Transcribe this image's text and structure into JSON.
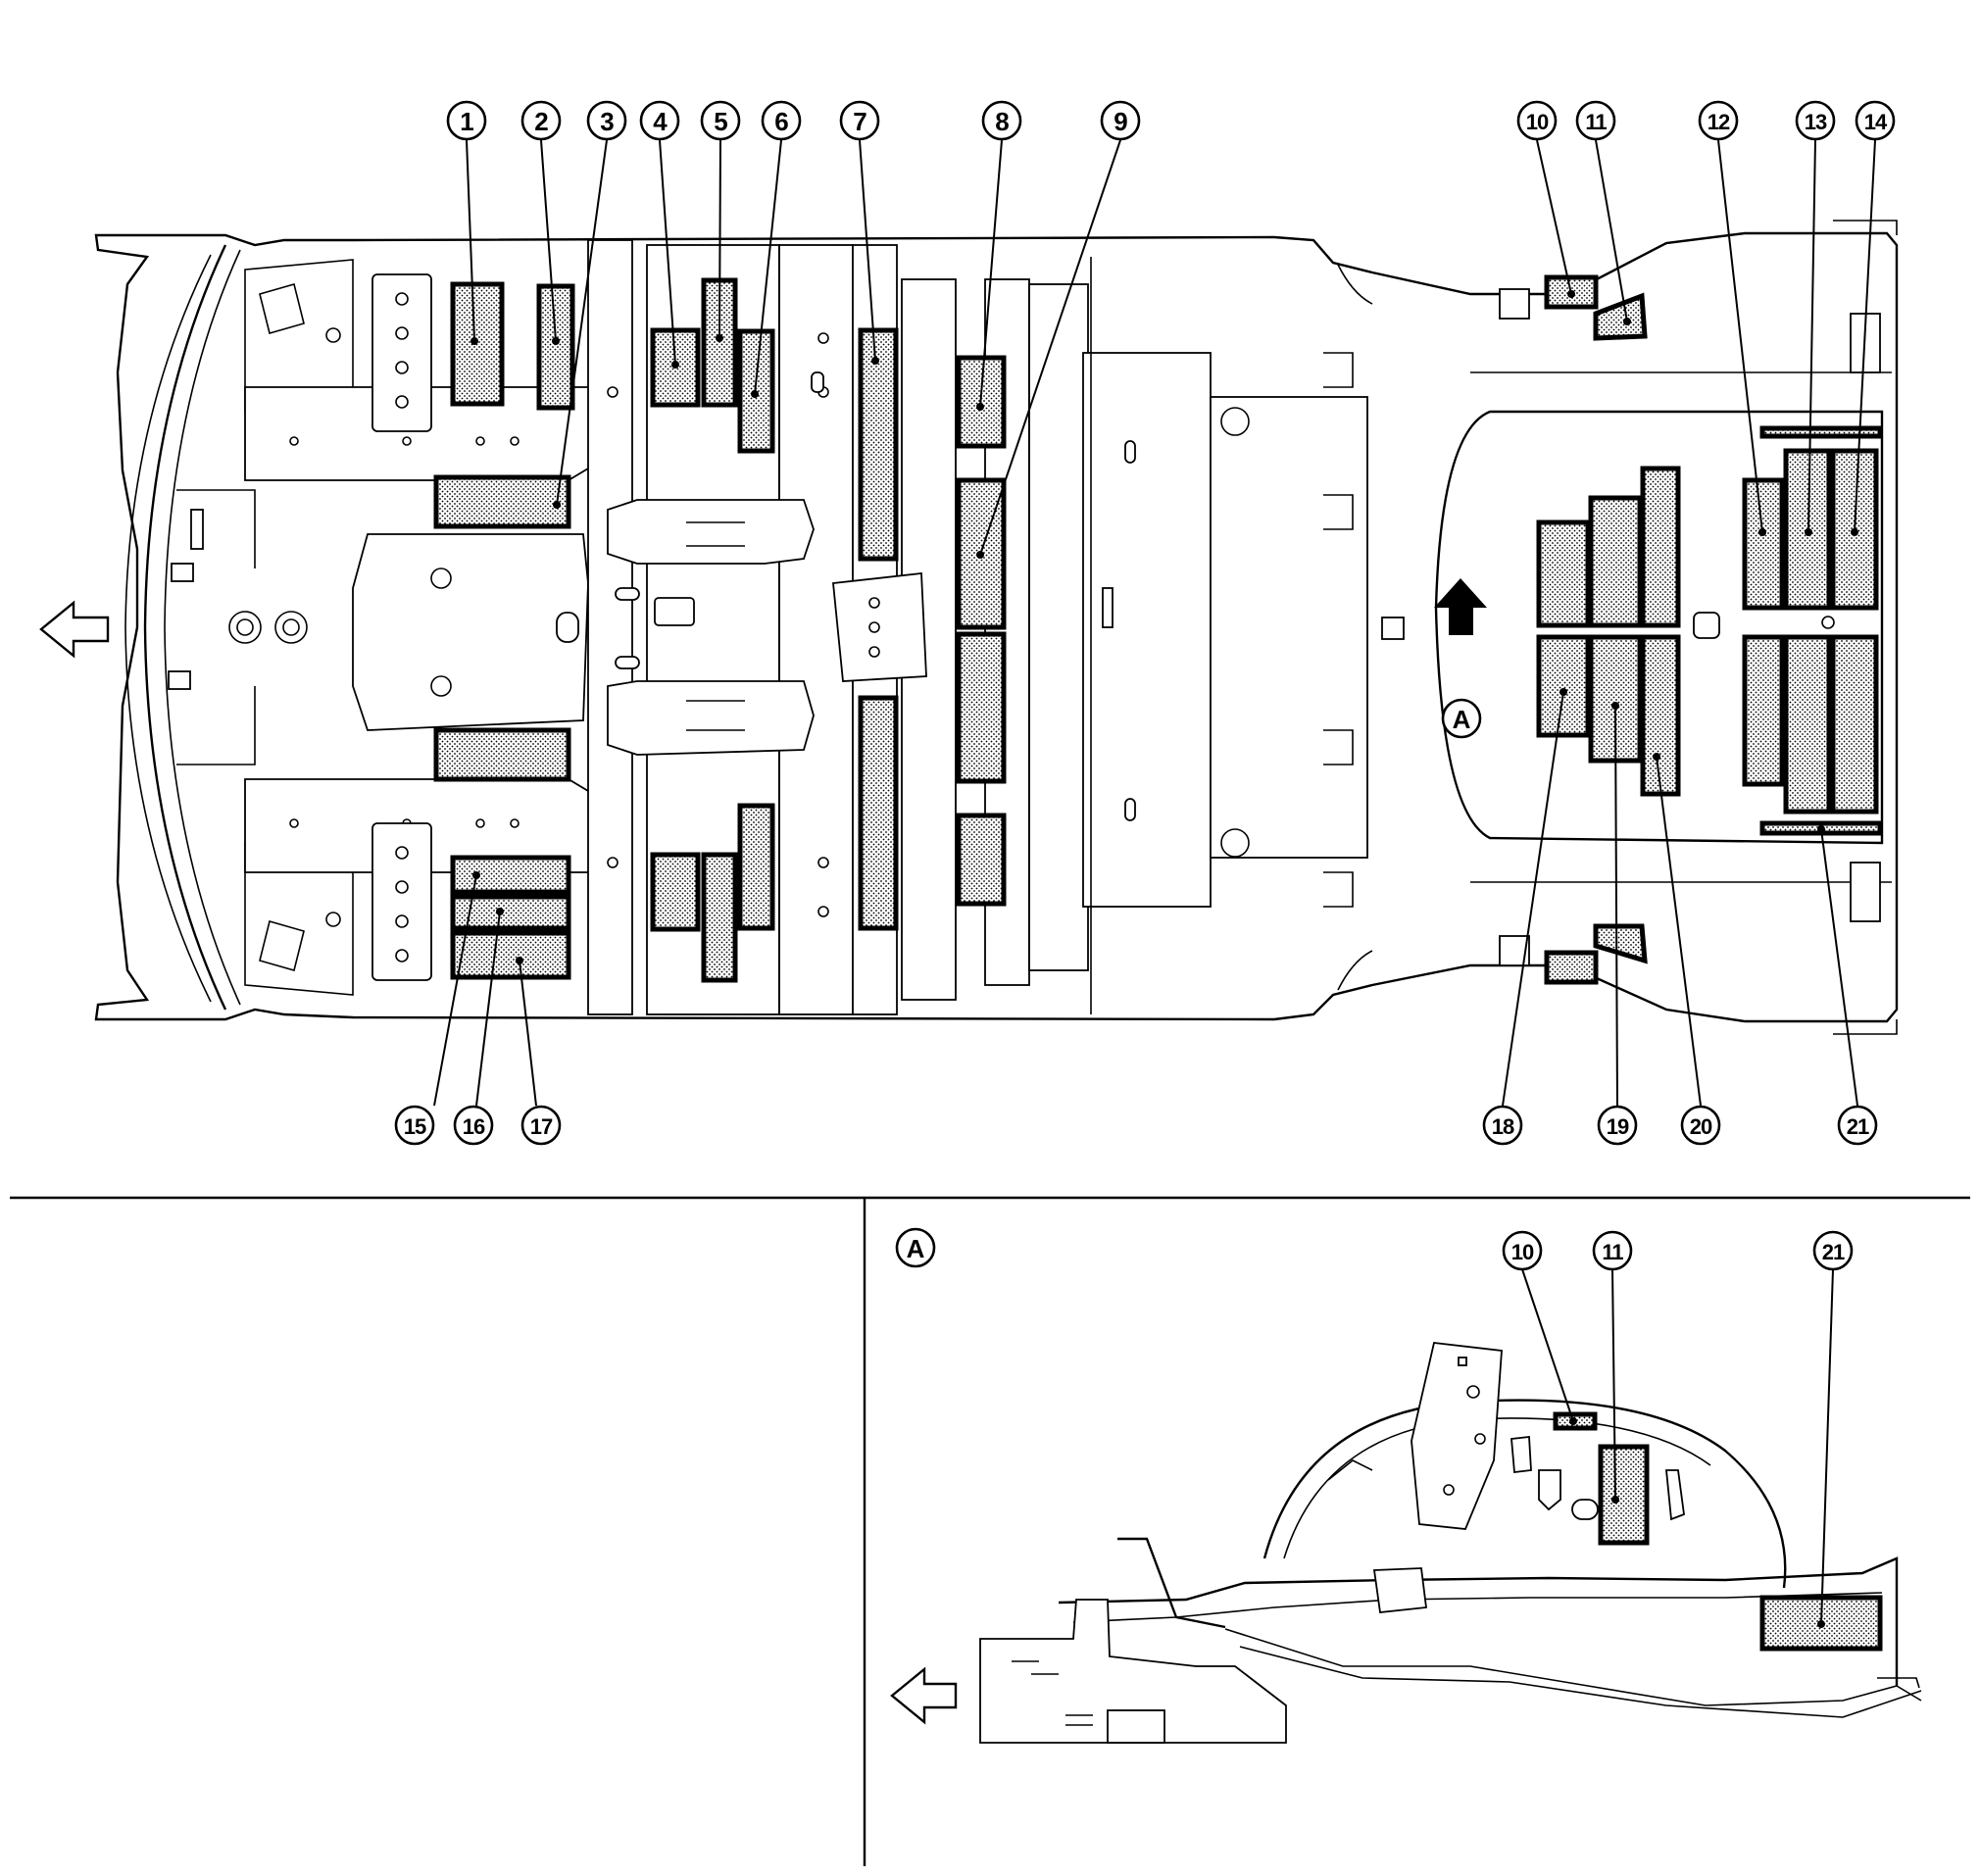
{
  "diagram": {
    "view_label": "A",
    "callouts_top": [
      "1",
      "2",
      "3",
      "4",
      "5",
      "6",
      "7",
      "8",
      "9",
      "10",
      "11",
      "12",
      "13",
      "14"
    ],
    "callouts_bottom": [
      "15",
      "16",
      "17",
      "18",
      "19",
      "20",
      "21"
    ],
    "detail_callouts": [
      "10",
      "11",
      "21"
    ],
    "direction_icon": "front-arrow-icon",
    "view_arrow_icon": "view-direction-arrow-icon",
    "colors": {
      "line": "#000000",
      "background": "#ffffff",
      "pad_dots": "#000000"
    }
  }
}
